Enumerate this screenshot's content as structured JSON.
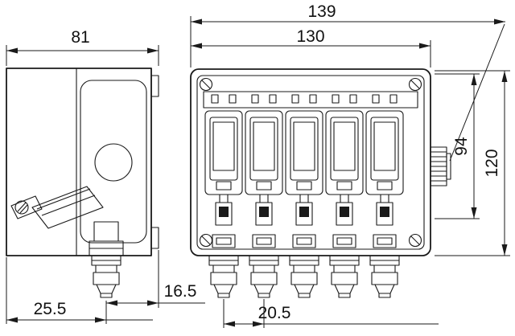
{
  "dims": {
    "d81": "81",
    "d139": "139",
    "d130": "130",
    "d94": "94",
    "d120": "120",
    "d16_5": "16.5",
    "d25_5": "25.5",
    "d20_5": "20.5"
  }
}
